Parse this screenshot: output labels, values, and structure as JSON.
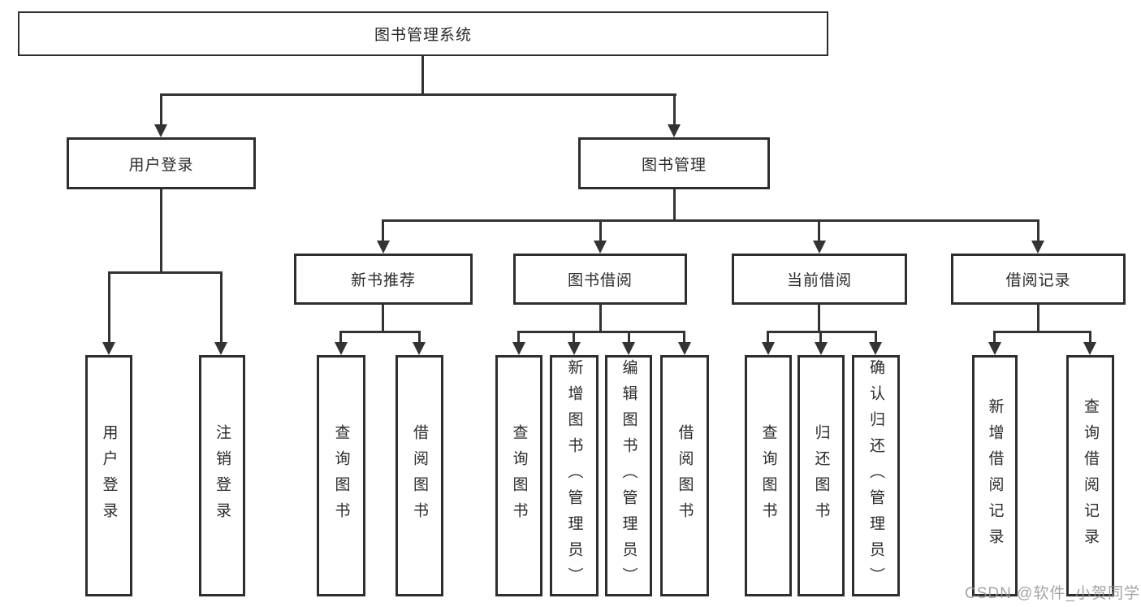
{
  "diagram": {
    "tree": {
      "root": {
        "label": "图书管理系统"
      },
      "level2": [
        {
          "label": "用户登录",
          "children": [
            {
              "label": "用户登录"
            },
            {
              "label": "注销登录"
            }
          ]
        },
        {
          "label": "图书管理",
          "children": [
            {
              "label": "新书推荐",
              "children": [
                {
                  "label": "查询图书"
                },
                {
                  "label": "借阅图书"
                }
              ]
            },
            {
              "label": "图书借阅",
              "children": [
                {
                  "label": "查询图书"
                },
                {
                  "label": "新增图书（管理员）"
                },
                {
                  "label": "编辑图书（管理员）"
                },
                {
                  "label": "借阅图书"
                }
              ]
            },
            {
              "label": "当前借阅",
              "children": [
                {
                  "label": "查询图书"
                },
                {
                  "label": "归还图书"
                },
                {
                  "label": "确认归还（管理员）"
                }
              ]
            },
            {
              "label": "借阅记录",
              "children": [
                {
                  "label": "新增借阅记录"
                },
                {
                  "label": "查询借阅记录"
                }
              ]
            }
          ]
        }
      ]
    },
    "watermark": {
      "text": "CSDN @软件_小贺同学"
    },
    "colors": {
      "background": "#ffffff",
      "line": "#333333",
      "box_border": "#2e2e2e",
      "text": "#2a2a2a",
      "watermark": "#949494"
    }
  }
}
